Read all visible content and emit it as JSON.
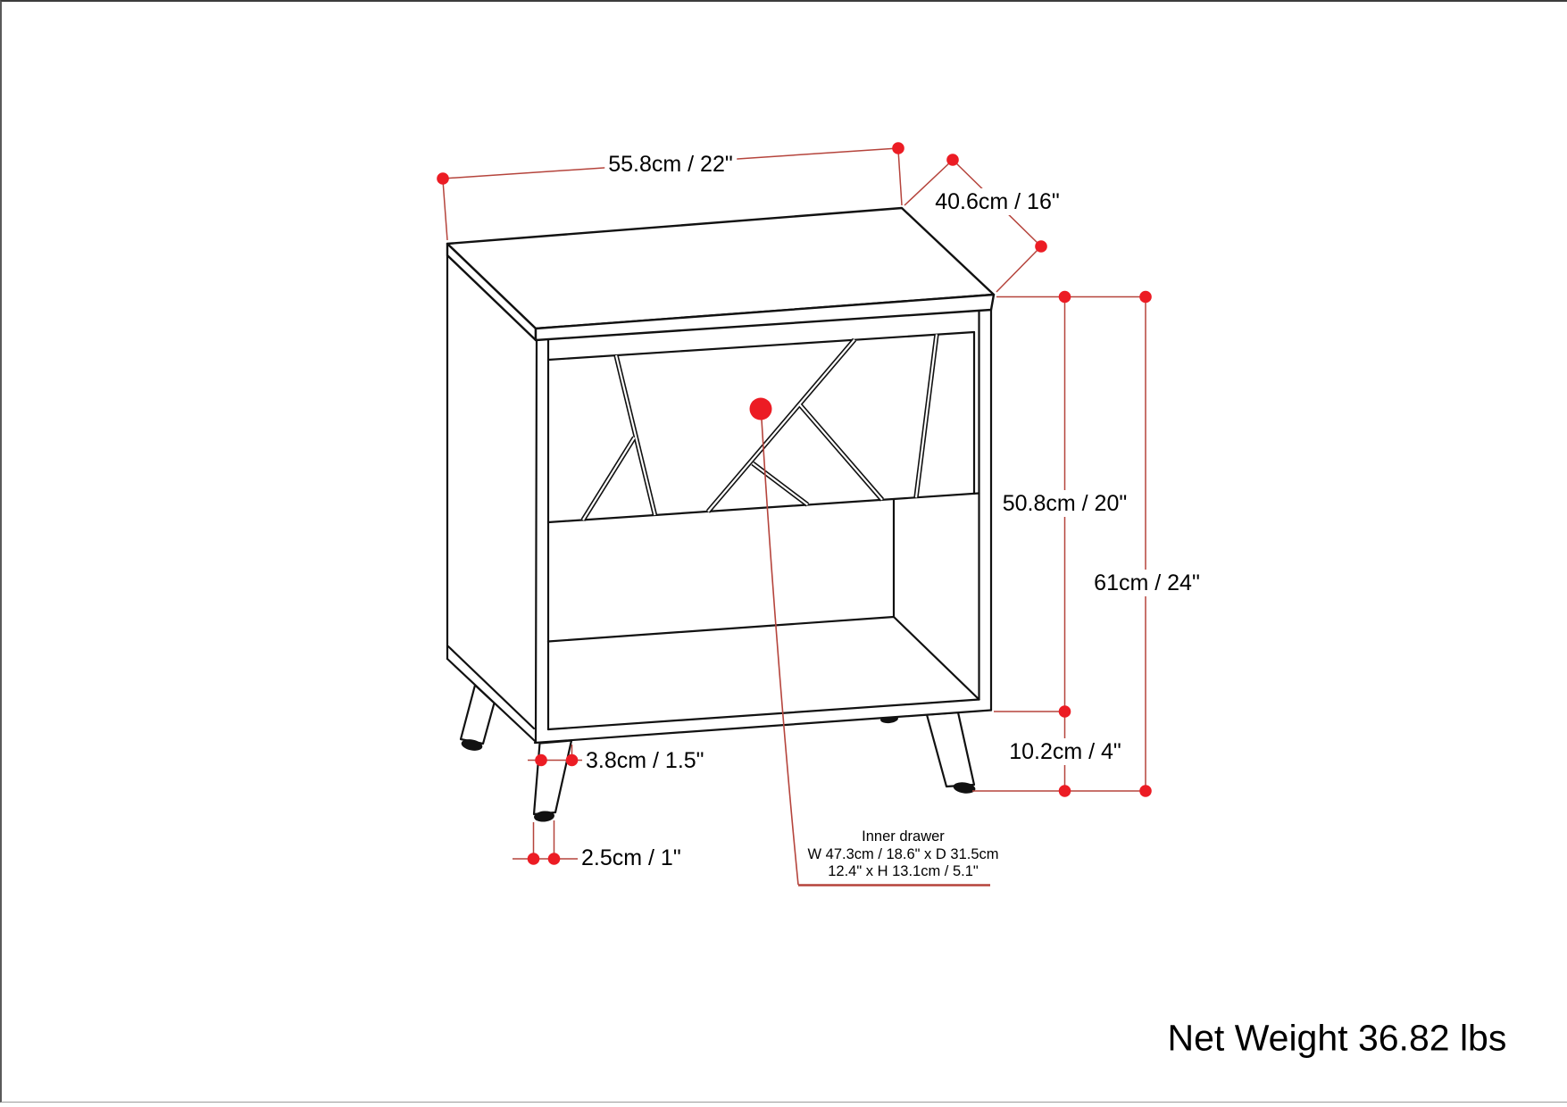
{
  "figure": {
    "kind": "furniture dimension diagram",
    "product": "nightstand with geometric-pattern drawer, open shelf and four splayed legs",
    "view": "three-quarter axonometric line drawing",
    "dimensions": {
      "top_width": "55.8cm / 22\"",
      "top_depth": "40.6cm / 16\"",
      "cabinet_height": "50.8cm / 20\"",
      "total_height": "61cm / 24\"",
      "leg_height": "10.2cm / 4\"",
      "leg_top_width": "3.8cm / 1.5\"",
      "leg_bottom_width": "2.5cm / 1\""
    },
    "inner_drawer_note": {
      "line1": "Inner drawer",
      "line2": "W 47.3cm / 18.6\" x D 31.5cm",
      "line3": "12.4\" x H 13.1cm / 5.1\""
    },
    "net_weight": "Net Weight 36.82 lbs",
    "colors": {
      "dimension_line_red": "#b5443c",
      "marker_dot_red": "#ec1c24",
      "drawing_line_black": "#111111",
      "background": "#ffffff"
    }
  }
}
